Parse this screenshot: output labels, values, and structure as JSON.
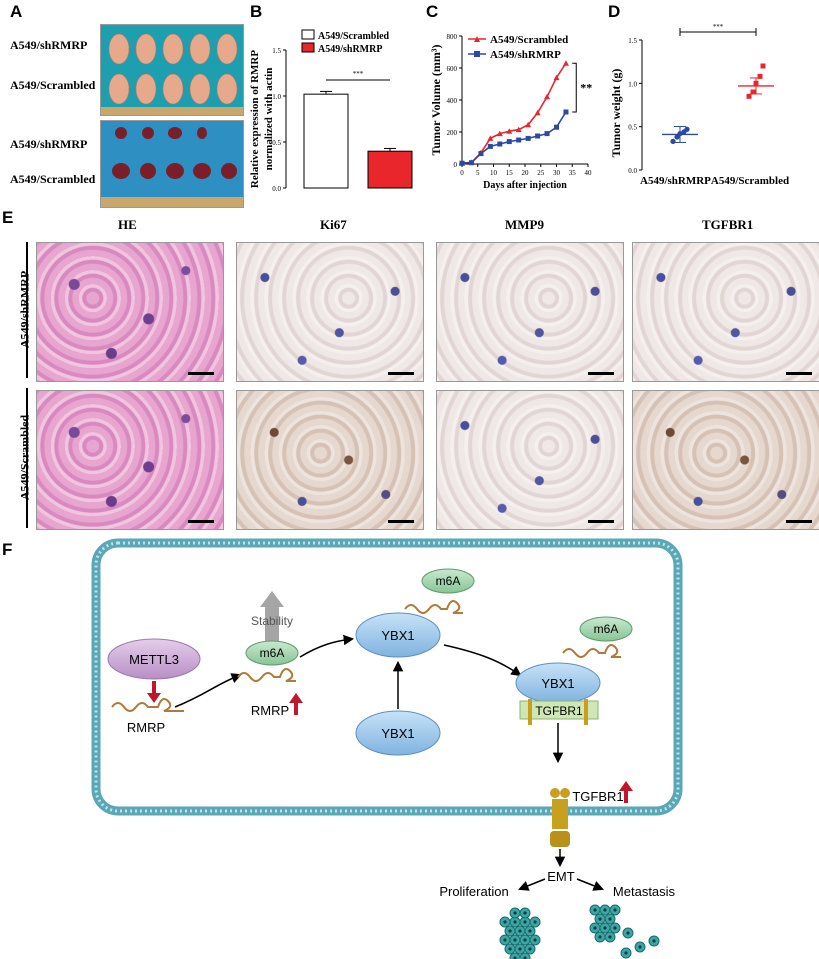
{
  "panels": {
    "A": "A",
    "B": "B",
    "C": "C",
    "D": "D",
    "E": "E",
    "F": "F"
  },
  "panelA": {
    "row1a": "A549/shRMRP",
    "row1b": "A549/Scrambled",
    "row2a": "A549/shRMRP",
    "row2b": "A549/Scrambled"
  },
  "chart_data": [
    {
      "type": "bar",
      "ylabel_line1": "Relative expression of RMRP",
      "ylabel_line2": "normalized with actin",
      "categories": [
        "A549/Scrambled",
        "A549/shRMRP"
      ],
      "values": [
        1.02,
        0.4
      ],
      "errors": [
        0.03,
        0.03
      ],
      "colors": [
        "#ffffff",
        "#e8262c"
      ],
      "ylim": [
        0,
        1.5
      ],
      "yticks": [
        "0.0",
        "0.5",
        "1.0",
        "1.5"
      ],
      "significance": "***"
    },
    {
      "type": "line",
      "ylabel": "Tumor Volume (mm³)",
      "xlabel": "Days after injection",
      "xlim": [
        0,
        40
      ],
      "ylim": [
        0,
        800
      ],
      "xticks": [
        "0",
        "5",
        "10",
        "15",
        "20",
        "25",
        "30",
        "35",
        "40"
      ],
      "yticks": [
        "0",
        "200",
        "400",
        "600",
        "800"
      ],
      "x": [
        0,
        3,
        6,
        9,
        12,
        15,
        18,
        21,
        24,
        27,
        30,
        33
      ],
      "series": [
        {
          "name": "A549/Scrambled",
          "color": "#e8262c",
          "marker": "triangle",
          "values": [
            5,
            10,
            70,
            160,
            190,
            205,
            215,
            245,
            320,
            420,
            540,
            630
          ]
        },
        {
          "name": "A549/shRMRP",
          "color": "#2b4aa0",
          "marker": "square",
          "values": [
            5,
            8,
            65,
            110,
            125,
            140,
            150,
            160,
            175,
            190,
            230,
            325
          ]
        }
      ],
      "significance": "**"
    },
    {
      "type": "scatter",
      "ylabel": "Tumor weight (g)",
      "categories": [
        "A549/shRMRP",
        "A549/Scrambled"
      ],
      "ylim": [
        0,
        1.5
      ],
      "yticks": [
        "0.0",
        "0.5",
        "1.0",
        "1.5"
      ],
      "groups": [
        {
          "name": "A549/shRMRP",
          "color": "#2b4aa0",
          "marker": "circle",
          "values": [
            0.33,
            0.38,
            0.42,
            0.44,
            0.47
          ],
          "mean": 0.41
        },
        {
          "name": "A549/Scrambled",
          "color": "#e8262c",
          "marker": "square",
          "values": [
            0.85,
            0.9,
            1.0,
            1.08,
            1.2
          ],
          "mean": 0.97
        }
      ],
      "significance": "***"
    }
  ],
  "panelE": {
    "cols": [
      "HE",
      "Ki67",
      "MMP9",
      "TGFBR1"
    ],
    "rows": [
      "A549/shRMRP",
      "A549/Scrambled"
    ]
  },
  "panelF": {
    "mettl3": "METTL3",
    "m6a": "m6A",
    "stability": "Stability",
    "rmrp": "RMRP",
    "rmrp2": "RMRP",
    "ybx1": "YBX1",
    "tgfbr1": "TGFBR1",
    "emt": "EMT",
    "proliferation": "Proliferation",
    "metastasis": "Metastasis"
  },
  "colors": {
    "red": "#e8262c",
    "blue": "#2b4aa0",
    "membrane": "#5aa7b5",
    "m6a": "#9ccfa6",
    "ybx1": "#8fbfe6",
    "mettl3": "#c9a3d4"
  }
}
